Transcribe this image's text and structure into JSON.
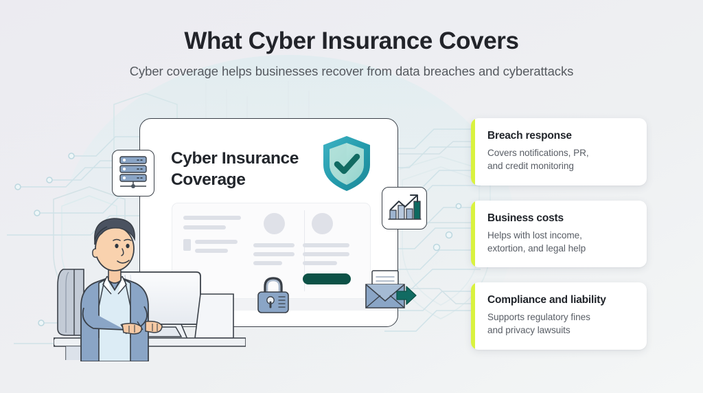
{
  "header": {
    "title": "What Cyber Insurance Covers",
    "subtitle": "Cyber coverage helps businesses recover from data breaches and cyberattacks"
  },
  "main_card": {
    "heading_line1": "Cyber Insurance",
    "heading_line2": "Coverage"
  },
  "icons": {
    "server": "server-rack-icon",
    "chart": "growth-bar-chart-icon",
    "lock": "padlock-icon",
    "mail": "open-envelope-arrow-icon",
    "shield": "shield-check-icon",
    "person": "person-at-computer-illustration"
  },
  "feature_cards": [
    {
      "title": "Breach response",
      "desc_line1": "Covers notifications, PR,",
      "desc_line2": "and credit monitoring"
    },
    {
      "title": "Business costs",
      "desc_line1": "Helps with lost income,",
      "desc_line2": "extortion, and legal help"
    },
    {
      "title": "Compliance and liability",
      "desc_line1": "Supports regulatory fines",
      "desc_line2": "and privacy lawsuits"
    }
  ],
  "colors": {
    "accent_lime": "#d9f23f",
    "teal_dark": "#0d5247",
    "teal": "#2396a6",
    "mint": "#a9ddd6",
    "ink": "#3a4048",
    "blue_gray": "#8aa5c6",
    "text_body": "#585d65",
    "background": "#eceaf0"
  }
}
